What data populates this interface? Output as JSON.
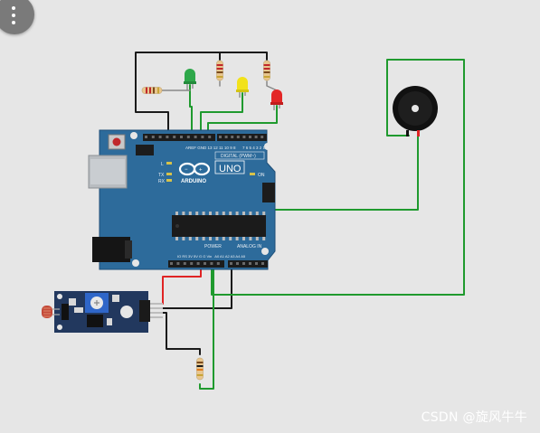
{
  "board": {
    "brand": "ARDUINO",
    "model": "UNO",
    "digital_label": "DIGITAL (PWM~)",
    "power_label": "POWER",
    "analog_label": "ANALOG IN",
    "aref": "AREF",
    "gnd": "GND",
    "l_label": "L",
    "tx_label": "TX",
    "rx_label": "RX",
    "on_label": "ON",
    "digital_pins": [
      "13",
      "12",
      "~11",
      "~10",
      "~9",
      "8",
      "7",
      "~6",
      "~5",
      "4",
      "~3",
      "2",
      "TX→1",
      "RX←0"
    ],
    "power_pins": [
      "IOREF",
      "RESET",
      "3.3V",
      "5V",
      "GND",
      "GND",
      "Vin"
    ],
    "analog_pins": [
      "A0",
      "A1",
      "A2",
      "A3",
      "A4",
      "A5"
    ]
  },
  "components": {
    "leds": [
      "green",
      "yellow",
      "red"
    ],
    "resistors": 4,
    "buzzer": "piezo",
    "sensor": "light-sensor-module"
  },
  "colors": {
    "board": "#2d6b9b",
    "board_dark": "#1f4f78",
    "wire_black": "#1a1a1a",
    "wire_green": "#1f9a2e",
    "wire_red": "#e02424",
    "led_green": "#2ea84a",
    "led_yellow": "#f2e21a",
    "led_red": "#e32626"
  },
  "watermark": "CSDN @旋风牛牛"
}
